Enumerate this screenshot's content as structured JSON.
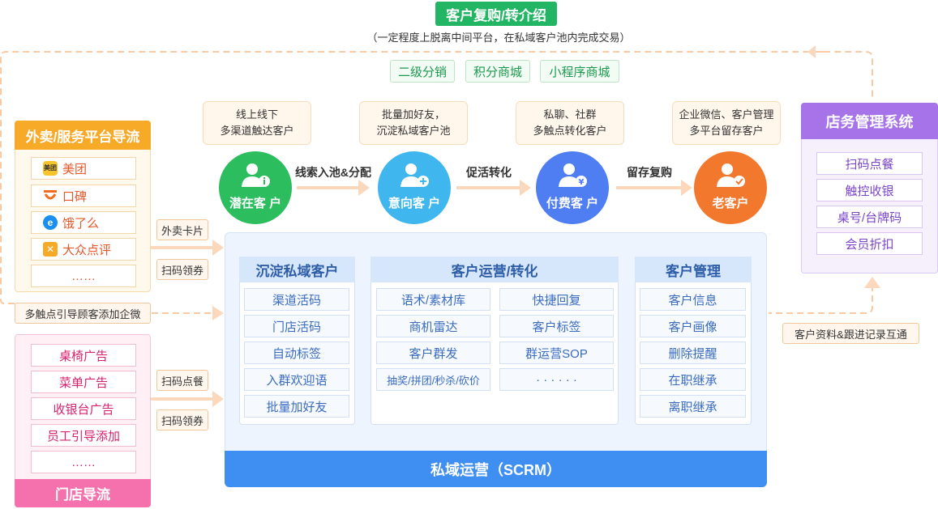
{
  "top": {
    "title": "客户复购/转介绍",
    "subtitle": "（一定程度上脱离中间平台，在私域客户池内完成交易）",
    "tags": [
      "二级分销",
      "积分商城",
      "小程序商城"
    ]
  },
  "stages": [
    {
      "note_line1": "线上线下",
      "note_line2": "多渠道触达客户",
      "label": "潜在客 户",
      "color": "#2bbd5e"
    },
    {
      "note_line1": "批量加好友，",
      "note_line2": "沉淀私域客户池",
      "label": "意向客 户",
      "color": "#3fb7ee"
    },
    {
      "note_line1": "私聊、社群",
      "note_line2": "多触点转化客户",
      "label": "付费客 户",
      "color": "#4f7ef3"
    },
    {
      "note_line1": "企业微信、客户管理",
      "note_line2": "多平台留存客户",
      "label": "老客户",
      "color": "#f1782d"
    }
  ],
  "arrows": [
    "线索入池&分配",
    "促活转化",
    "留存复购"
  ],
  "left_top": {
    "title": "外卖/服务平台导流",
    "items": [
      {
        "icon": "meituan-icon",
        "label": "美团"
      },
      {
        "icon": "koubei-icon",
        "label": "口碑"
      },
      {
        "icon": "eleme-icon",
        "label": "饿了么"
      },
      {
        "icon": "dianping-icon",
        "label": "大众点评"
      }
    ],
    "more": "……",
    "tags": [
      "外卖卡片",
      "扫码领券"
    ]
  },
  "wechat_hint": "多触点引导顾客添加企微",
  "left_bottom": {
    "title": "门店导流",
    "items": [
      "桌椅广告",
      "菜单广告",
      "收银台广告",
      "员工引导添加"
    ],
    "more": "……",
    "tags": [
      "扫码点餐",
      "扫码领券"
    ]
  },
  "scrm": {
    "title": "私域运营（SCRM）",
    "col1": {
      "title": "沉淀私域客户",
      "items": [
        "渠道活码",
        "门店活码",
        "自动标签",
        "入群欢迎语",
        "批量加好友"
      ]
    },
    "col2": {
      "title": "客户运营/转化",
      "left": [
        "语术/素材库",
        "商机雷达",
        "客户群发",
        "抽奖/拼团/秒杀/砍价"
      ],
      "right": [
        "快捷回复",
        "客户标签",
        "群运营SOP",
        "· · · · · ·"
      ]
    },
    "col3": {
      "title": "客户管理",
      "items": [
        "客户信息",
        "客户画像",
        "删除提醒",
        "在职继承",
        "离职继承"
      ]
    }
  },
  "right_panel": {
    "title": "店务管理系统",
    "items": [
      "扫码点餐",
      "触控收银",
      "桌号/台牌码",
      "会员折扣"
    ]
  },
  "sync_label": "客户资料&跟进记录互通",
  "colors": {
    "green": "#22b563",
    "orange": "#f7a928",
    "pink": "#f571ad",
    "blue": "#3f8ef2",
    "purple": "#a673e8",
    "dash": "#f9c9a3"
  }
}
